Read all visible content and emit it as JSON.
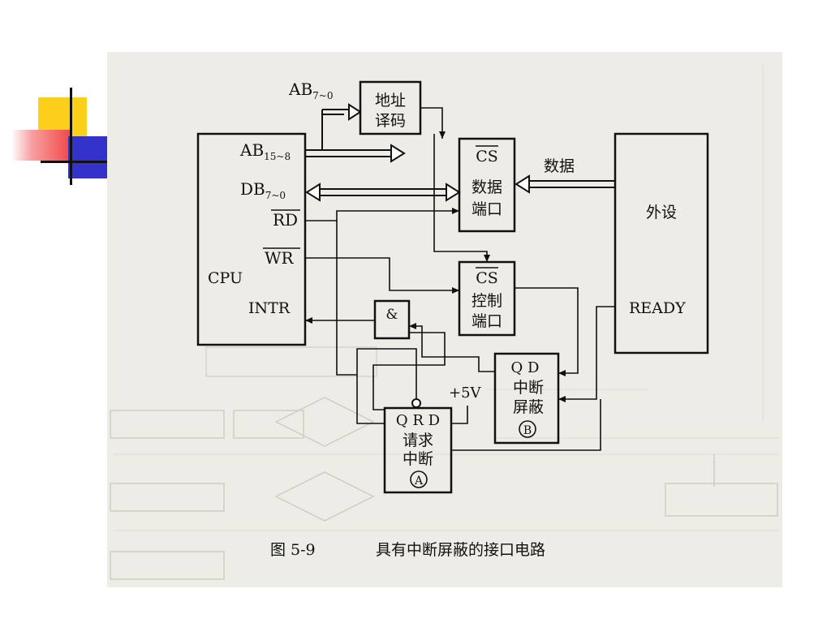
{
  "colors": {
    "ink": "#111111",
    "scan_bg": "#eeece6",
    "deco_yellow": "#fccf1a",
    "deco_red": "#f24a4a",
    "deco_blue": "#3333cc"
  },
  "diagram": {
    "blocks": {
      "cpu": {
        "name": "CPU",
        "pins": {
          "ab_high": {
            "main": "AB",
            "sub": "15~8"
          },
          "db": {
            "main": "DB",
            "sub": "7~0"
          },
          "rd": "RD",
          "wr": "WR",
          "intr": "INTR"
        }
      },
      "addr_low_label": {
        "main": "AB",
        "sub": "7~0"
      },
      "decoder": {
        "line1": "地址",
        "line2": "译码"
      },
      "data_port": {
        "cs": "CS",
        "line1": "数据",
        "line2": "端口"
      },
      "control_port": {
        "cs": "CS",
        "line1": "控制",
        "line2": "端口"
      },
      "peripheral": {
        "name": "外设",
        "ready": "READY"
      },
      "data_label": "数据",
      "and_gate": "&",
      "vcc": "+5V",
      "request_ff": {
        "pins": "Q R D",
        "line1": "请求",
        "line2": "中断",
        "tag": "A"
      },
      "mask_ff": {
        "pins": "Q  D",
        "line1": "中断",
        "line2": "屏蔽",
        "tag": "B"
      }
    },
    "caption": {
      "number": "图  5-9",
      "title": "具有中断屏蔽的接口电路"
    }
  }
}
